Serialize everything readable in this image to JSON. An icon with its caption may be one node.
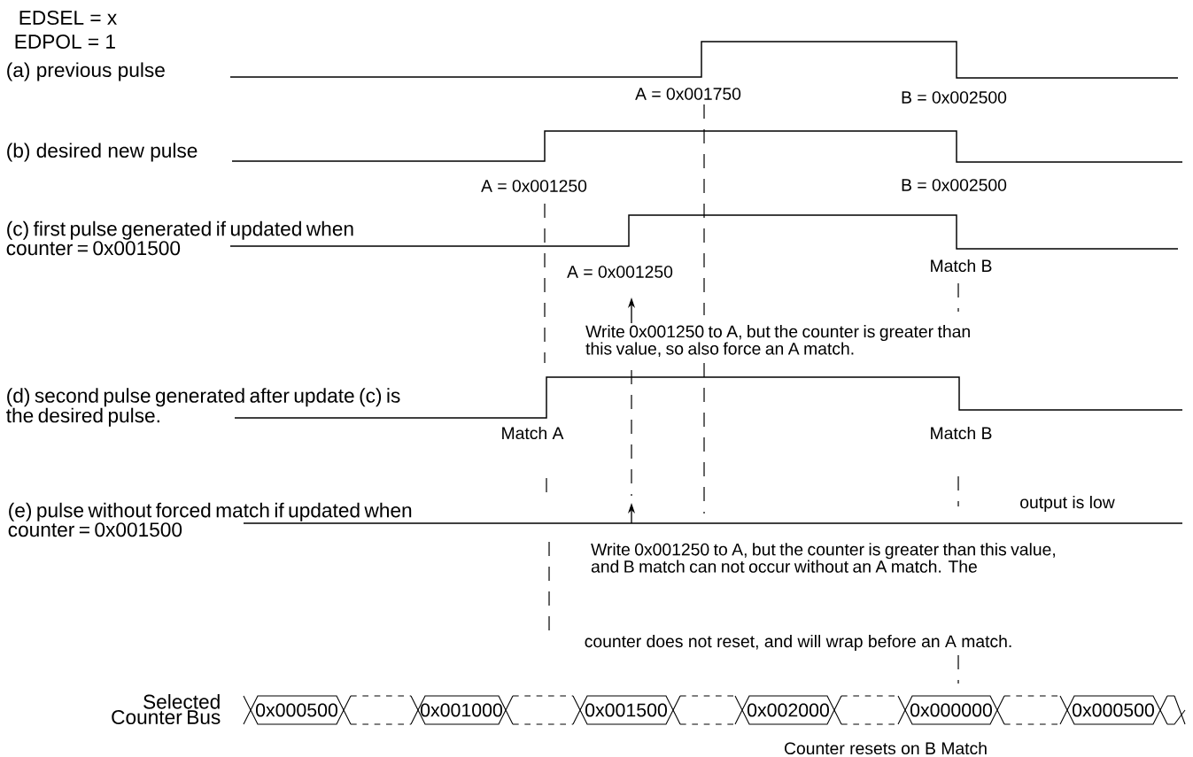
{
  "diagram": {
    "nodes": [
      {
        "text": [
          "Write 0x001250 to A, but the counter is greater than this value, so also force an A match."
        ]
      },
      {
        "text": [
          "Write 0x001250 to A, but the counter is greater than this value, and B match can not occur without an A match. The"
        ]
      },
      {
        "text": [
          "0x000500"
        ]
      },
      {
        "text": [
          "0x001000"
        ]
      },
      {
        "text": [
          "0x001500"
        ]
      },
      {
        "text": [
          "0x002000"
        ]
      },
      {
        "text": [
          "0x000000"
        ]
      },
      {
        "text": [
          "0x000500"
        ]
      }
    ],
    "edges": [
      {
        "from": 0,
        "to": null,
        "arrow": "to"
      },
      {
        "from": 1,
        "to": null,
        "arrow": "to"
      }
    ],
    "labels": [
      "EDSEL = x",
      "EDPOL = 1",
      "(a) previous pulse",
      "A = 0x001750",
      "B = 0x002500",
      "(b) desired new pulse",
      "A = 0x001250",
      "B = 0x002500",
      "(c) first pulse generated if updated when counter = 0x001500",
      "A = 0x001250",
      "Match B",
      "(d) second pulse generated after update (c) is the desired pulse.",
      "Match A",
      "Match B",
      "(e) pulse without forced match if updated when counter = 0x001500",
      "output is low",
      "counter does not reset, and will wrap before an A match.",
      "Selected Counter Bus",
      "Counter resets on B Match"
    ]
  }
}
